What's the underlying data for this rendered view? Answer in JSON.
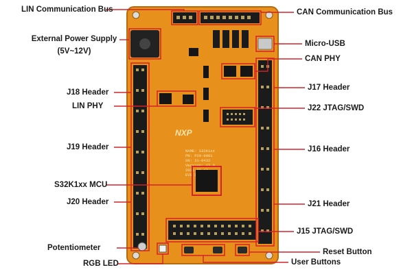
{
  "colors": {
    "pcb": "#e8901c",
    "pcb_dark": "#c4700e",
    "pin_header": "#1b1b1b",
    "pin": "#b8a060",
    "callout": "#d2232a",
    "ic": "#151515",
    "silk": "#f7e6b0"
  },
  "silkscreen": {
    "brand": "NXP",
    "lines": [
      "NAME: S32K1xx",
      "PN: P20-0001",
      "SN: 21-0432",
      "Version: V2.0",
      "2021-06-12",
      "EVB S32K"
    ]
  },
  "labels": {
    "lin_bus": "LIN Communication Bus",
    "can_bus": "CAN Communication Bus",
    "ext_power_1": "External Power Supply",
    "ext_power_2": "(5V~12V)",
    "micro_usb": "Micro-USB",
    "can_phy": "CAN PHY",
    "j18": "J18 Header",
    "j17": "J17 Header",
    "lin_phy": "LIN PHY",
    "j22": "J22 JTAG/SWD",
    "j19": "J19 Header",
    "j16": "J16 Header",
    "mcu": "S32K1xx MCU",
    "j20": "J20 Header",
    "j21": "J21 Header",
    "j15": "J15 JTAG/SWD",
    "potentiometer": "Potentiometer",
    "reset_button": "Reset Button",
    "rgb_led": "RGB LED",
    "user_buttons": "User Buttons"
  }
}
